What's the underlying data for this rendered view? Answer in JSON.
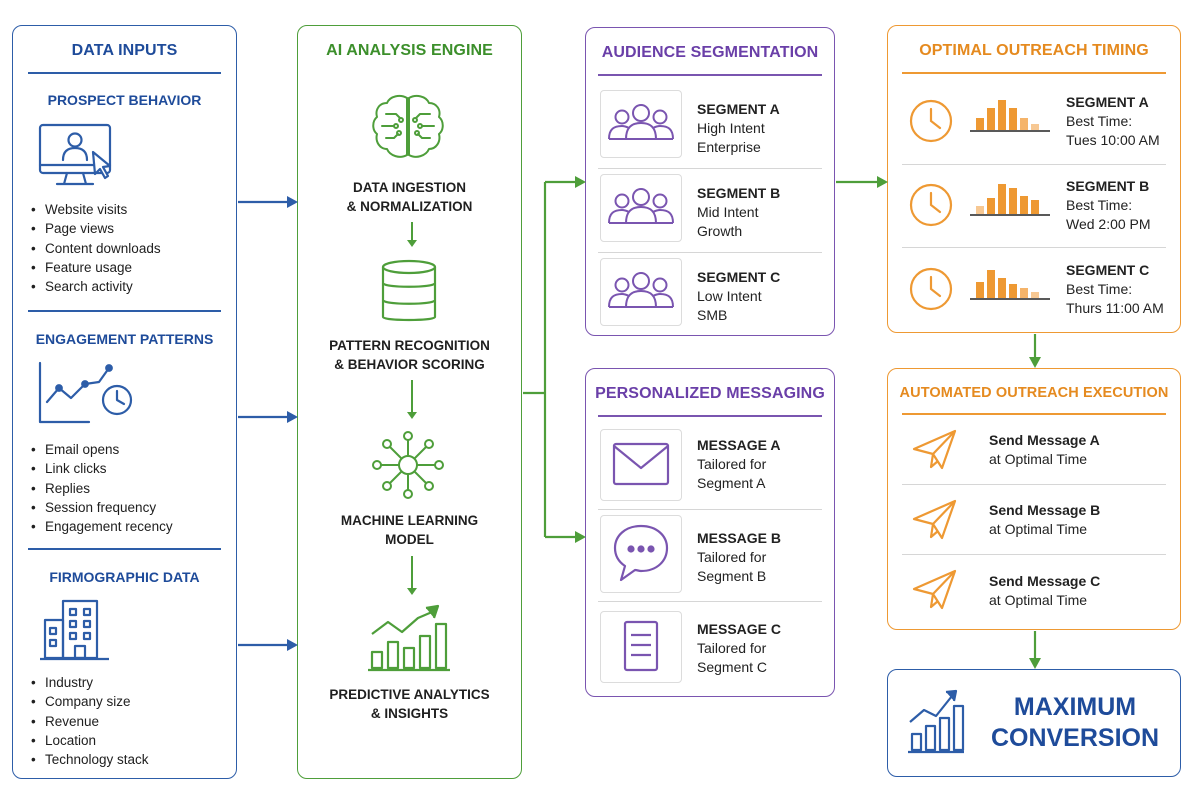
{
  "inputs": {
    "title": "DATA INPUTS",
    "prospect": {
      "title": "PROSPECT BEHAVIOR",
      "items": [
        "Website visits",
        "Page views",
        "Content downloads",
        "Feature usage",
        "Search activity"
      ]
    },
    "engagement": {
      "title": "ENGAGEMENT PATTERNS",
      "items": [
        "Email opens",
        "Link clicks",
        "Replies",
        "Session frequency",
        "Engagement recency"
      ]
    },
    "firmographic": {
      "title": "FIRMOGRAPHIC DATA",
      "items": [
        "Industry",
        "Company size",
        "Revenue",
        "Location",
        "Technology stack"
      ]
    }
  },
  "engine": {
    "title": "AI ANALYSIS ENGINE",
    "steps": [
      {
        "line1": "DATA INGESTION",
        "line2": "& NORMALIZATION"
      },
      {
        "line1": "PATTERN RECOGNITION",
        "line2": "& BEHAVIOR SCORING"
      },
      {
        "line1": "MACHINE LEARNING",
        "line2": "MODEL"
      },
      {
        "line1": "PREDICTIVE ANALYTICS",
        "line2": "& INSIGHTS"
      }
    ]
  },
  "segmentation": {
    "title": "AUDIENCE SEGMENTATION",
    "items": [
      {
        "title": "SEGMENT A",
        "line1": "High Intent",
        "line2": "Enterprise"
      },
      {
        "title": "SEGMENT B",
        "line1": "Mid Intent",
        "line2": "Growth"
      },
      {
        "title": "SEGMENT C",
        "line1": "Low Intent",
        "line2": "SMB"
      }
    ]
  },
  "messaging": {
    "title": "PERSONALIZED MESSAGING",
    "items": [
      {
        "title": "MESSAGE A",
        "line1": "Tailored for",
        "line2": "Segment A"
      },
      {
        "title": "MESSAGE B",
        "line1": "Tailored for",
        "line2": "Segment B"
      },
      {
        "title": "MESSAGE C",
        "line1": "Tailored for",
        "line2": "Segment C"
      }
    ]
  },
  "timing": {
    "title": "OPTIMAL OUTREACH TIMING",
    "items": [
      {
        "title": "SEGMENT A",
        "line1": "Best Time:",
        "line2": "Tues 10:00 AM"
      },
      {
        "title": "SEGMENT B",
        "line1": "Best Time:",
        "line2": "Wed 2:00 PM"
      },
      {
        "title": "SEGMENT C",
        "line1": "Best Time:",
        "line2": "Thurs 11:00 AM"
      }
    ]
  },
  "execution": {
    "title": "AUTOMATED OUTREACH EXECUTION",
    "items": [
      {
        "title": "Send Message A",
        "line1": "at Optimal Time"
      },
      {
        "title": "Send Message B",
        "line1": "at Optimal Time"
      },
      {
        "title": "Send Message C",
        "line1": "at Optimal Time"
      }
    ]
  },
  "conversion": {
    "line1": "MAXIMUM",
    "line2": "CONVERSION"
  },
  "colors": {
    "blue": "#2d5da8",
    "green": "#4e9e3a",
    "purple": "#7a55b0",
    "orange": "#ee9933"
  },
  "icons": {
    "prospect": "computer-user-cursor-icon",
    "engagement": "line-chart-clock-icon",
    "firmographic": "office-building-icon",
    "ingestion": "brain-circuit-icon",
    "pattern": "database-icon",
    "ml": "neural-network-icon",
    "predictive": "growth-chart-icon",
    "segment": "user-group-icon",
    "message_a": "envelope-icon",
    "message_b": "chat-bubble-icon",
    "message_c": "document-icon",
    "timing": "clock-icon",
    "execution": "paper-plane-icon",
    "conversion": "growth-chart-icon"
  }
}
